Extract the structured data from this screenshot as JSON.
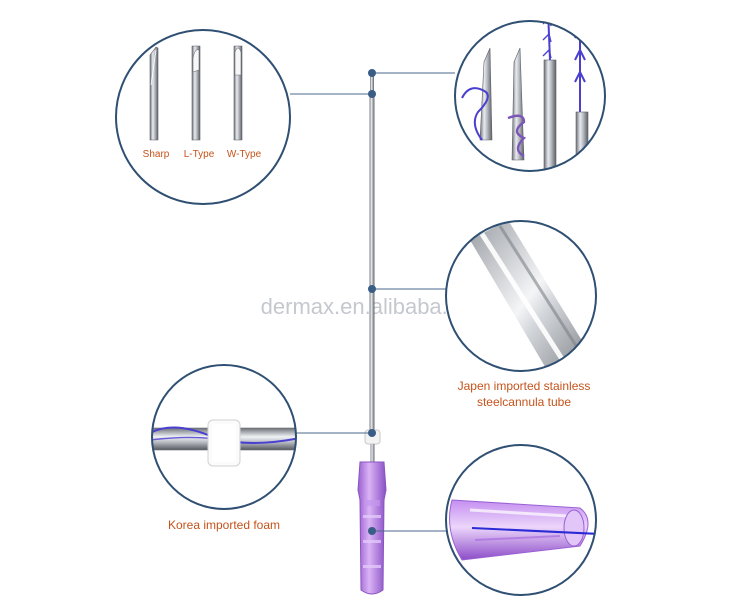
{
  "watermark": "dermax.en.alibaba.com",
  "tip_types": [
    "Sharp",
    "L-Type",
    "W-Type"
  ],
  "callouts": {
    "tube_line1": "Japen imported stainless",
    "tube_line2": "steelcannula tube",
    "foam": "Korea imported foam"
  },
  "colors": {
    "circle_border": "#2f4f73",
    "leader_line": "#4a6a8c",
    "label_text": "#c5531b",
    "thread": "#4a3fd1",
    "hub": "#b57fe0"
  }
}
